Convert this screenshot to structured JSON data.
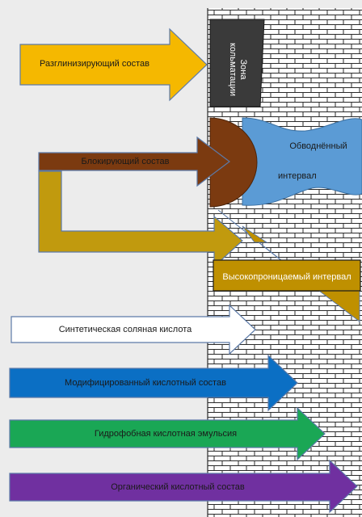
{
  "labels": {
    "clay_removal": "Разглинизирующий состав",
    "colmatation_zone_line1": "Зона",
    "colmatation_zone_line2": "кольматации",
    "blocking": "Блокирующий состав",
    "watered_line1": "Обводнённый",
    "watered_line2": "интервал",
    "high_perm": "Высокопроницаемый интервал",
    "synthetic_acid": "Синтетическая соляная кислота",
    "modified_acid": "Модифицированный кислотный состав",
    "hydrophobic_emulsion": "Гидрофобная кислотная эмульсия",
    "organic_acid": "Органический кислотный состав"
  },
  "colors": {
    "background": "#ececec",
    "rock_fill": "#ffffff",
    "rock_mortar": "#2a2a2a",
    "clay_removal": "#f5b800",
    "colmatation_zone": "#3a3a3a",
    "blocking": "#7b3a10",
    "watered": "#5b9bd5",
    "channel": "#c19a0e",
    "high_perm": "#bf9000",
    "synthetic_acid": "#ffffff",
    "modified_acid": "#0b6fc4",
    "hydrophobic_emulsion": "#1aa755",
    "organic_acid": "#7030a0",
    "arrow_outline": "#5c7aa8"
  }
}
